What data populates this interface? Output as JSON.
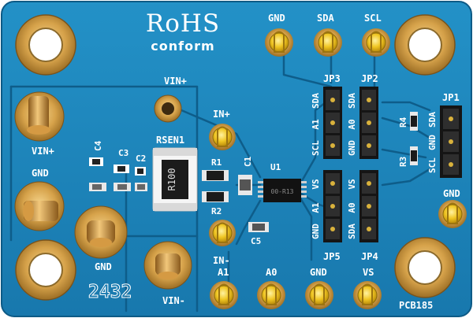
{
  "board": {
    "logo_line1": "RoHS",
    "logo_line2": "conform",
    "batch": "2432",
    "part_number": "PCB185",
    "pcb_color": "#1d86bd",
    "trace_color": "#0e5d8a",
    "silk_color": "#ffffff",
    "gold_color": "#d6a24a",
    "header_color": "#1a1a1a"
  },
  "labels": {
    "vin_plus_top": "VIN+",
    "vin_plus_left": "VIN+",
    "gnd_left": "GND",
    "gnd_center": "GND",
    "vin_minus": "VIN-",
    "rsen": "RSEN1",
    "shunt_value": "R100",
    "c4": "C4",
    "c3": "C3",
    "c2": "C2",
    "c1": "C1",
    "c5": "C5",
    "r1": "R1",
    "r2": "R2",
    "r3": "R3",
    "r4": "R4",
    "u1": "U1",
    "ic_marking": "00-R13",
    "in_plus": "IN+",
    "in_minus": "IN-",
    "jp1": "JP1",
    "jp2": "JP2",
    "jp3": "JP3",
    "jp4": "JP4",
    "jp5": "JP5",
    "pin_gnd_top": "GND",
    "pin_sda_top": "SDA",
    "pin_scl_top": "SCL",
    "pin_gnd_right": "GND",
    "pin_a1_bottom": "A1",
    "pin_a0_bottom": "A0",
    "pin_gnd_bottom": "GND",
    "pin_vs_bottom": "VS",
    "jp3_sda": "SDA",
    "jp3_a1": "A1",
    "jp3_scl": "SCL",
    "jp2_sda": "SDA",
    "jp2_a0": "A0",
    "jp2_gnd": "GND",
    "jp1_sda": "SDA",
    "jp1_gnd": "GND",
    "jp1_scl": "SCL",
    "jp5_vs": "VS",
    "jp5_a1": "A1",
    "jp5_gnd": "GND",
    "jp4_vs": "VS",
    "jp4_a0": "A0",
    "jp4_sda": "SDA"
  }
}
